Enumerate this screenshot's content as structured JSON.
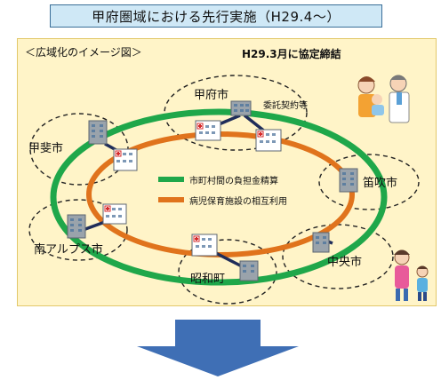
{
  "title": "甲府圏域における先行実施（H29.4～）",
  "panel": {
    "caption": "＜広域化のイメージ図＞",
    "agreement": "H29.3月に協定締結",
    "contract": "委託契約等"
  },
  "cities": {
    "kofu": "甲府市",
    "kai": "甲斐市",
    "fuefuki": "笛吹市",
    "minami_alps": "南アルプス市",
    "chuo": "中央市",
    "showa": "昭和町"
  },
  "legend": {
    "green_label": "市町村間の負担金精算",
    "orange_label": "病児保育施設の相互利用"
  },
  "colors": {
    "title_bg": "#cfe8f6",
    "panel_bg": "#fff4c8",
    "green_ring": "#1fa74a",
    "orange_ring": "#e0731c",
    "arrow": "#3f6fb5"
  }
}
